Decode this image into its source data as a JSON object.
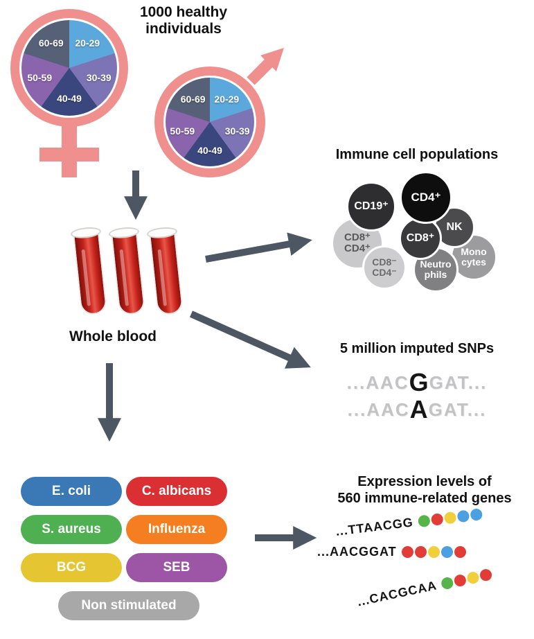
{
  "title": {
    "line1": "1000 healthy",
    "line2": "individuals"
  },
  "demographics": {
    "symbol_color": "#ef8f8e",
    "age_groups": [
      {
        "label": "20-29",
        "color": "#5ba8dc"
      },
      {
        "label": "30-39",
        "color": "#7d74b6"
      },
      {
        "label": "40-49",
        "color": "#3a477f"
      },
      {
        "label": "50-59",
        "color": "#8b64ae"
      },
      {
        "label": "60-69",
        "color": "#566178"
      }
    ]
  },
  "blood": {
    "label": "Whole blood"
  },
  "immune_cells": {
    "title": "Immune cell populations",
    "cells": [
      {
        "id": "cd19",
        "line1": "CD19⁺",
        "line2": "",
        "color": "#2e2e30",
        "text_color": "#ffffff"
      },
      {
        "id": "cd4",
        "line1": "CD4⁺",
        "line2": "",
        "color": "#0e0e0e",
        "text_color": "#ffffff"
      },
      {
        "id": "nk",
        "line1": "NK",
        "line2": "",
        "color": "#4b4b4d",
        "text_color": "#ffffff"
      },
      {
        "id": "cd8",
        "line1": "CD8⁺",
        "line2": "",
        "color": "#39393b",
        "text_color": "#ffffff"
      },
      {
        "id": "cd8cd4-pos",
        "line1": "CD8⁺",
        "line2": "CD4⁺",
        "color": "#c9c9cb",
        "text_color": "#58585a"
      },
      {
        "id": "monocytes",
        "line1": "Mono",
        "line2": "cytes",
        "color": "#9c9c9e",
        "text_color": "#ffffff"
      },
      {
        "id": "neutrophils",
        "line1": "Neutro",
        "line2": "phils",
        "color": "#808083",
        "text_color": "#ffffff"
      },
      {
        "id": "cd8cd4-neg",
        "line1": "CD8⁻",
        "line2": "CD4⁻",
        "color": "#cdcdcf",
        "text_color": "#6a6a6c"
      }
    ]
  },
  "snps": {
    "title": "5 million imputed SNPs",
    "sequences": [
      {
        "prefix": "...AAC",
        "variant": "G",
        "suffix": "GAT..."
      },
      {
        "prefix": "...AAC",
        "variant": "A",
        "suffix": "GAT..."
      }
    ]
  },
  "stimuli": {
    "items": [
      {
        "label": "E. coli",
        "color": "#3a79b5"
      },
      {
        "label": "C. albicans",
        "color": "#da2f33"
      },
      {
        "label": "S. aureus",
        "color": "#4fb052"
      },
      {
        "label": "Influenza",
        "color": "#f57e20"
      },
      {
        "label": "BCG",
        "color": "#e5c531"
      },
      {
        "label": "SEB",
        "color": "#9d56a5"
      },
      {
        "label": "Non stimulated",
        "color": "#a8a8a8"
      }
    ]
  },
  "expression": {
    "title_line1": "Expression levels of",
    "title_line2": "560 immune-related genes",
    "bead_colors": {
      "green": "#56b44b",
      "red": "#e23c39",
      "yellow": "#f1cf3a",
      "blue": "#4aa0e0"
    },
    "reads": [
      {
        "sequence": "...TTAACGG",
        "beads": [
          "green",
          "red",
          "yellow",
          "blue",
          "blue"
        ]
      },
      {
        "sequence": "...AACGGAT",
        "beads": [
          "red",
          "red",
          "yellow",
          "blue",
          "red"
        ]
      },
      {
        "sequence": "...CACGCAA",
        "beads": [
          "green",
          "red",
          "yellow",
          "red"
        ]
      }
    ]
  },
  "arrow_color": "#4d5764"
}
